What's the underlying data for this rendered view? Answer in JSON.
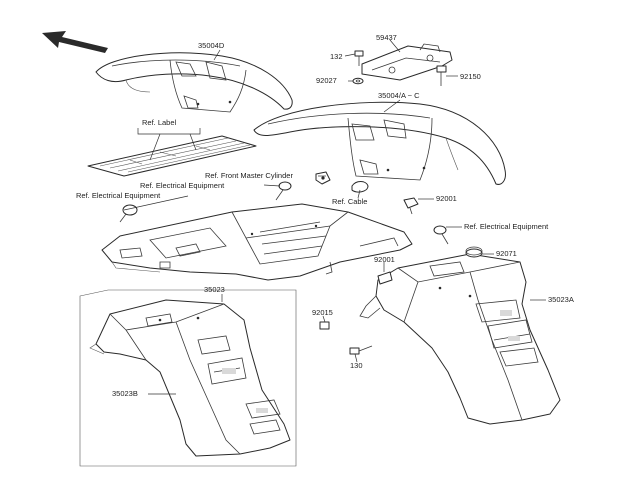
{
  "labels": {
    "p35004D": "35004D",
    "p59437": "59437",
    "p132": "132",
    "p92150": "92150",
    "p92027": "92027",
    "p35004AC": "35004/A ~ C",
    "ref_label": "Ref. Label",
    "ref_front_master": "Ref. Front Master Cylinder",
    "ref_electrical_1": "Ref. Electrical Equipment",
    "ref_electrical_2": "Ref. Electrical Equipment",
    "ref_electrical_3": "Ref. Electrical Equipment",
    "ref_cable": "Ref. Cable",
    "p92001a": "92001",
    "p92001b": "92001",
    "p92071": "92071",
    "p35023": "35023",
    "p35023A": "35023A",
    "p35023B": "35023B",
    "p92015": "92015",
    "p130": "130"
  }
}
